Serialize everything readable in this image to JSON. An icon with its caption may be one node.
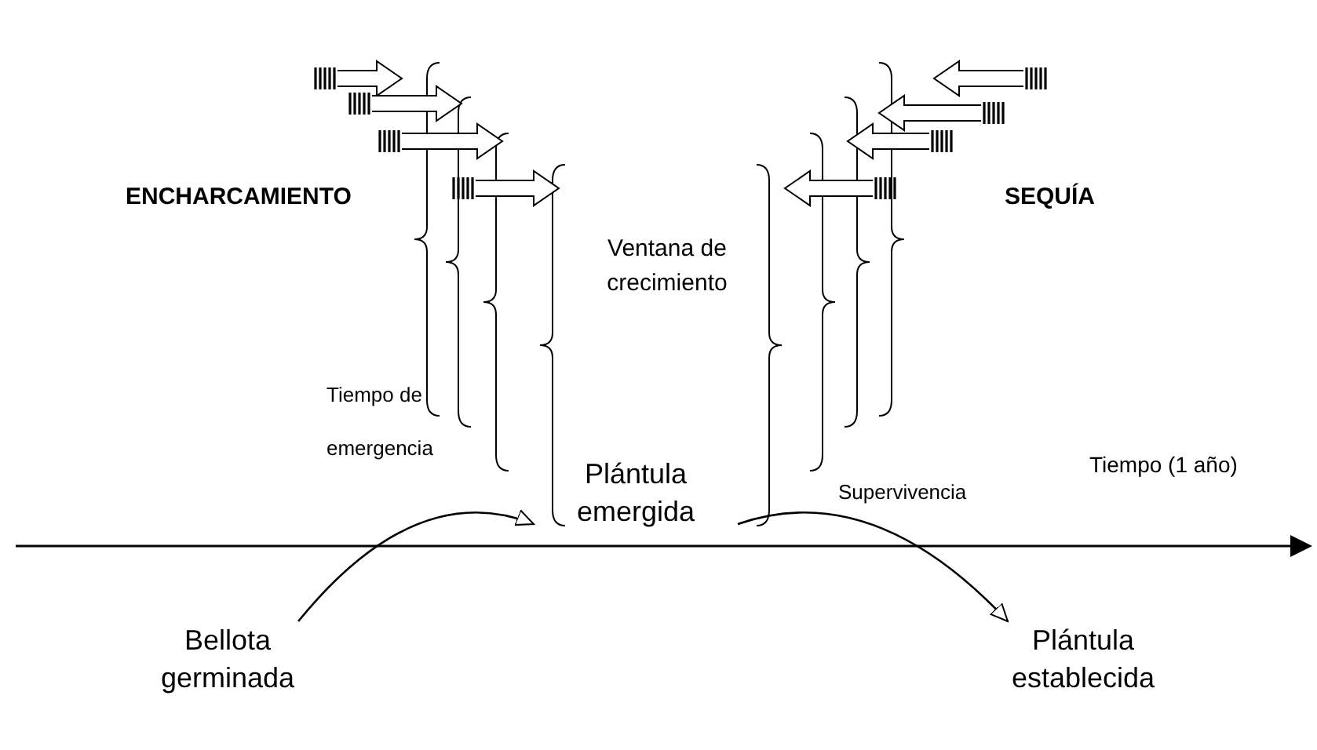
{
  "diagram": {
    "nodes": [
      {
        "text": [
          "Bellota germinada"
        ]
      },
      {
        "text": [
          "Plántula emergida"
        ]
      },
      {
        "text": [
          "Plántula establecida"
        ]
      }
    ],
    "edges": [
      {
        "from": 0,
        "to": 1,
        "arrow": "to"
      },
      {
        "from": 1,
        "to": 2,
        "arrow": "to"
      }
    ],
    "labels": [
      "ENCHARCAMIENTO",
      "Ventana de crecimiento",
      "SEQUÍA",
      "Tiempo de emergencia",
      "Supervivencia",
      "Tiempo (1 año)"
    ]
  }
}
